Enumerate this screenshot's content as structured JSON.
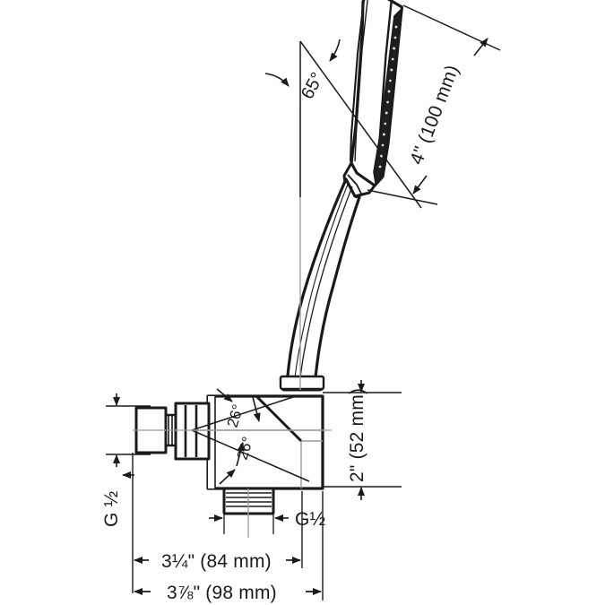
{
  "drawing": {
    "title": "Handshower dimensional drawing",
    "product": "handshower with wall outlet bracket",
    "view": "side elevation",
    "background_color": "#ffffff",
    "line_color": "#1a1a1a",
    "centerline_color": "#9a9a9a",
    "fill_color": "#ffffff"
  },
  "dimensions": {
    "head_length": "4\" (100 mm)",
    "body_height": "2\" (52 mm)",
    "depth_inner": "3¼\" (84 mm)",
    "depth_outer": "3⅞\" (98 mm)",
    "inlet_thread": "G ½",
    "outlet_thread": "G½"
  },
  "angles": {
    "head_tilt": "65°",
    "swivel_upper": "26°",
    "swivel_lower": "26°"
  },
  "annotations": [
    {
      "id": "head-length",
      "label": "4\" (100 mm)",
      "kind": "linear-dimension"
    },
    {
      "id": "head-tilt",
      "label": "65°",
      "kind": "angular-dimension"
    },
    {
      "id": "body-height",
      "label": "2\" (52 mm)",
      "kind": "linear-dimension"
    },
    {
      "id": "depth-inner",
      "label": "3¼\" (84 mm)",
      "kind": "linear-dimension"
    },
    {
      "id": "depth-outer",
      "label": "3⅞\" (98 mm)",
      "kind": "linear-dimension"
    },
    {
      "id": "inlet-thread",
      "label": "G ½",
      "kind": "thread-callout"
    },
    {
      "id": "outlet-thread",
      "label": "G½",
      "kind": "thread-callout"
    },
    {
      "id": "swivel-upper",
      "label": "26°",
      "kind": "angular-dimension"
    },
    {
      "id": "swivel-lower",
      "label": "26°",
      "kind": "angular-dimension"
    }
  ]
}
